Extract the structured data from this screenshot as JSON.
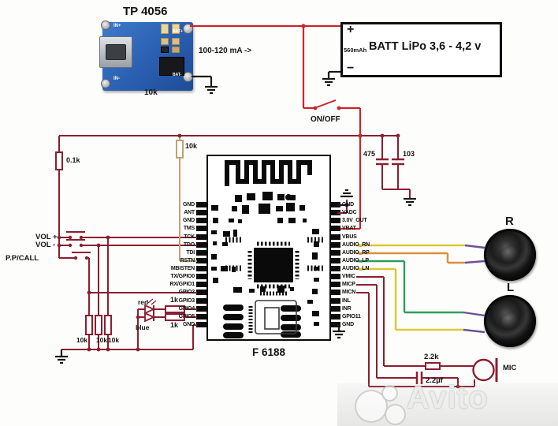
{
  "tp4056": {
    "title": "TP 4056",
    "current_note": "100-120 mA ->",
    "resistor": "10k",
    "silk": {
      "in_plus": "IN+",
      "in_minus": "IN-",
      "bat_plus": "BAT+",
      "bat_minus": "BAT-"
    }
  },
  "battery": {
    "name": "BATT LiPo 3,6 - 4,2 v",
    "capacity": "560mAh",
    "plus": "+",
    "minus": "−"
  },
  "power": {
    "switch_label": "ON/OFF",
    "cap1": "475",
    "cap2": "103"
  },
  "left_circuit": {
    "series_resistor": "0.1k",
    "rstn_resistor": "10k",
    "vol_up": "VOL +",
    "vol_down": "VOL -",
    "call_button": "P.P/CALL",
    "pulldowns": [
      "10k",
      "10k",
      "10k"
    ],
    "led1": "red",
    "led2": "blue",
    "led1_resistor": "1k",
    "led2_resistor": "1k"
  },
  "module": {
    "name": "F 6188",
    "left_pins": [
      "GND",
      "ANT",
      "GND",
      "TMS",
      "TCK",
      "TDO",
      "TDI",
      "RSTN",
      "MBISTEN",
      "TX/GPIO0",
      "RX/GPIO1",
      "GPIO2",
      "GPIO3",
      "GPIO4",
      "GPIO5",
      "GND"
    ],
    "right_pins": [
      "GND",
      "VADC",
      "3.0V_OUT",
      "VBAT",
      "VBUS",
      "AUDIO_RN",
      "AUDIO_RP",
      "AUDIO_LP",
      "AUDIO_LN",
      "VMIC",
      "MICP",
      "MICN",
      "INL",
      "INR",
      "GPIO11",
      "GND"
    ]
  },
  "speakers": {
    "right": "R",
    "left": "L"
  },
  "mic": {
    "label": "MIC",
    "resistor": "2.2k",
    "capacitor": "2.2µf"
  },
  "watermark": {
    "text": "Avito"
  },
  "colors": {
    "wire_signal": "#8a1f2f",
    "wire_power": "#c9252b",
    "wire_rstn": "#c2a078",
    "wire_audio_yellow": "#ddc832",
    "wire_audio_orange": "#dd8f3d",
    "wire_audio_green": "#2f9e57",
    "wire_audio_purple": "#6f4f9c",
    "pcb_blue": "#2a5eb0"
  }
}
